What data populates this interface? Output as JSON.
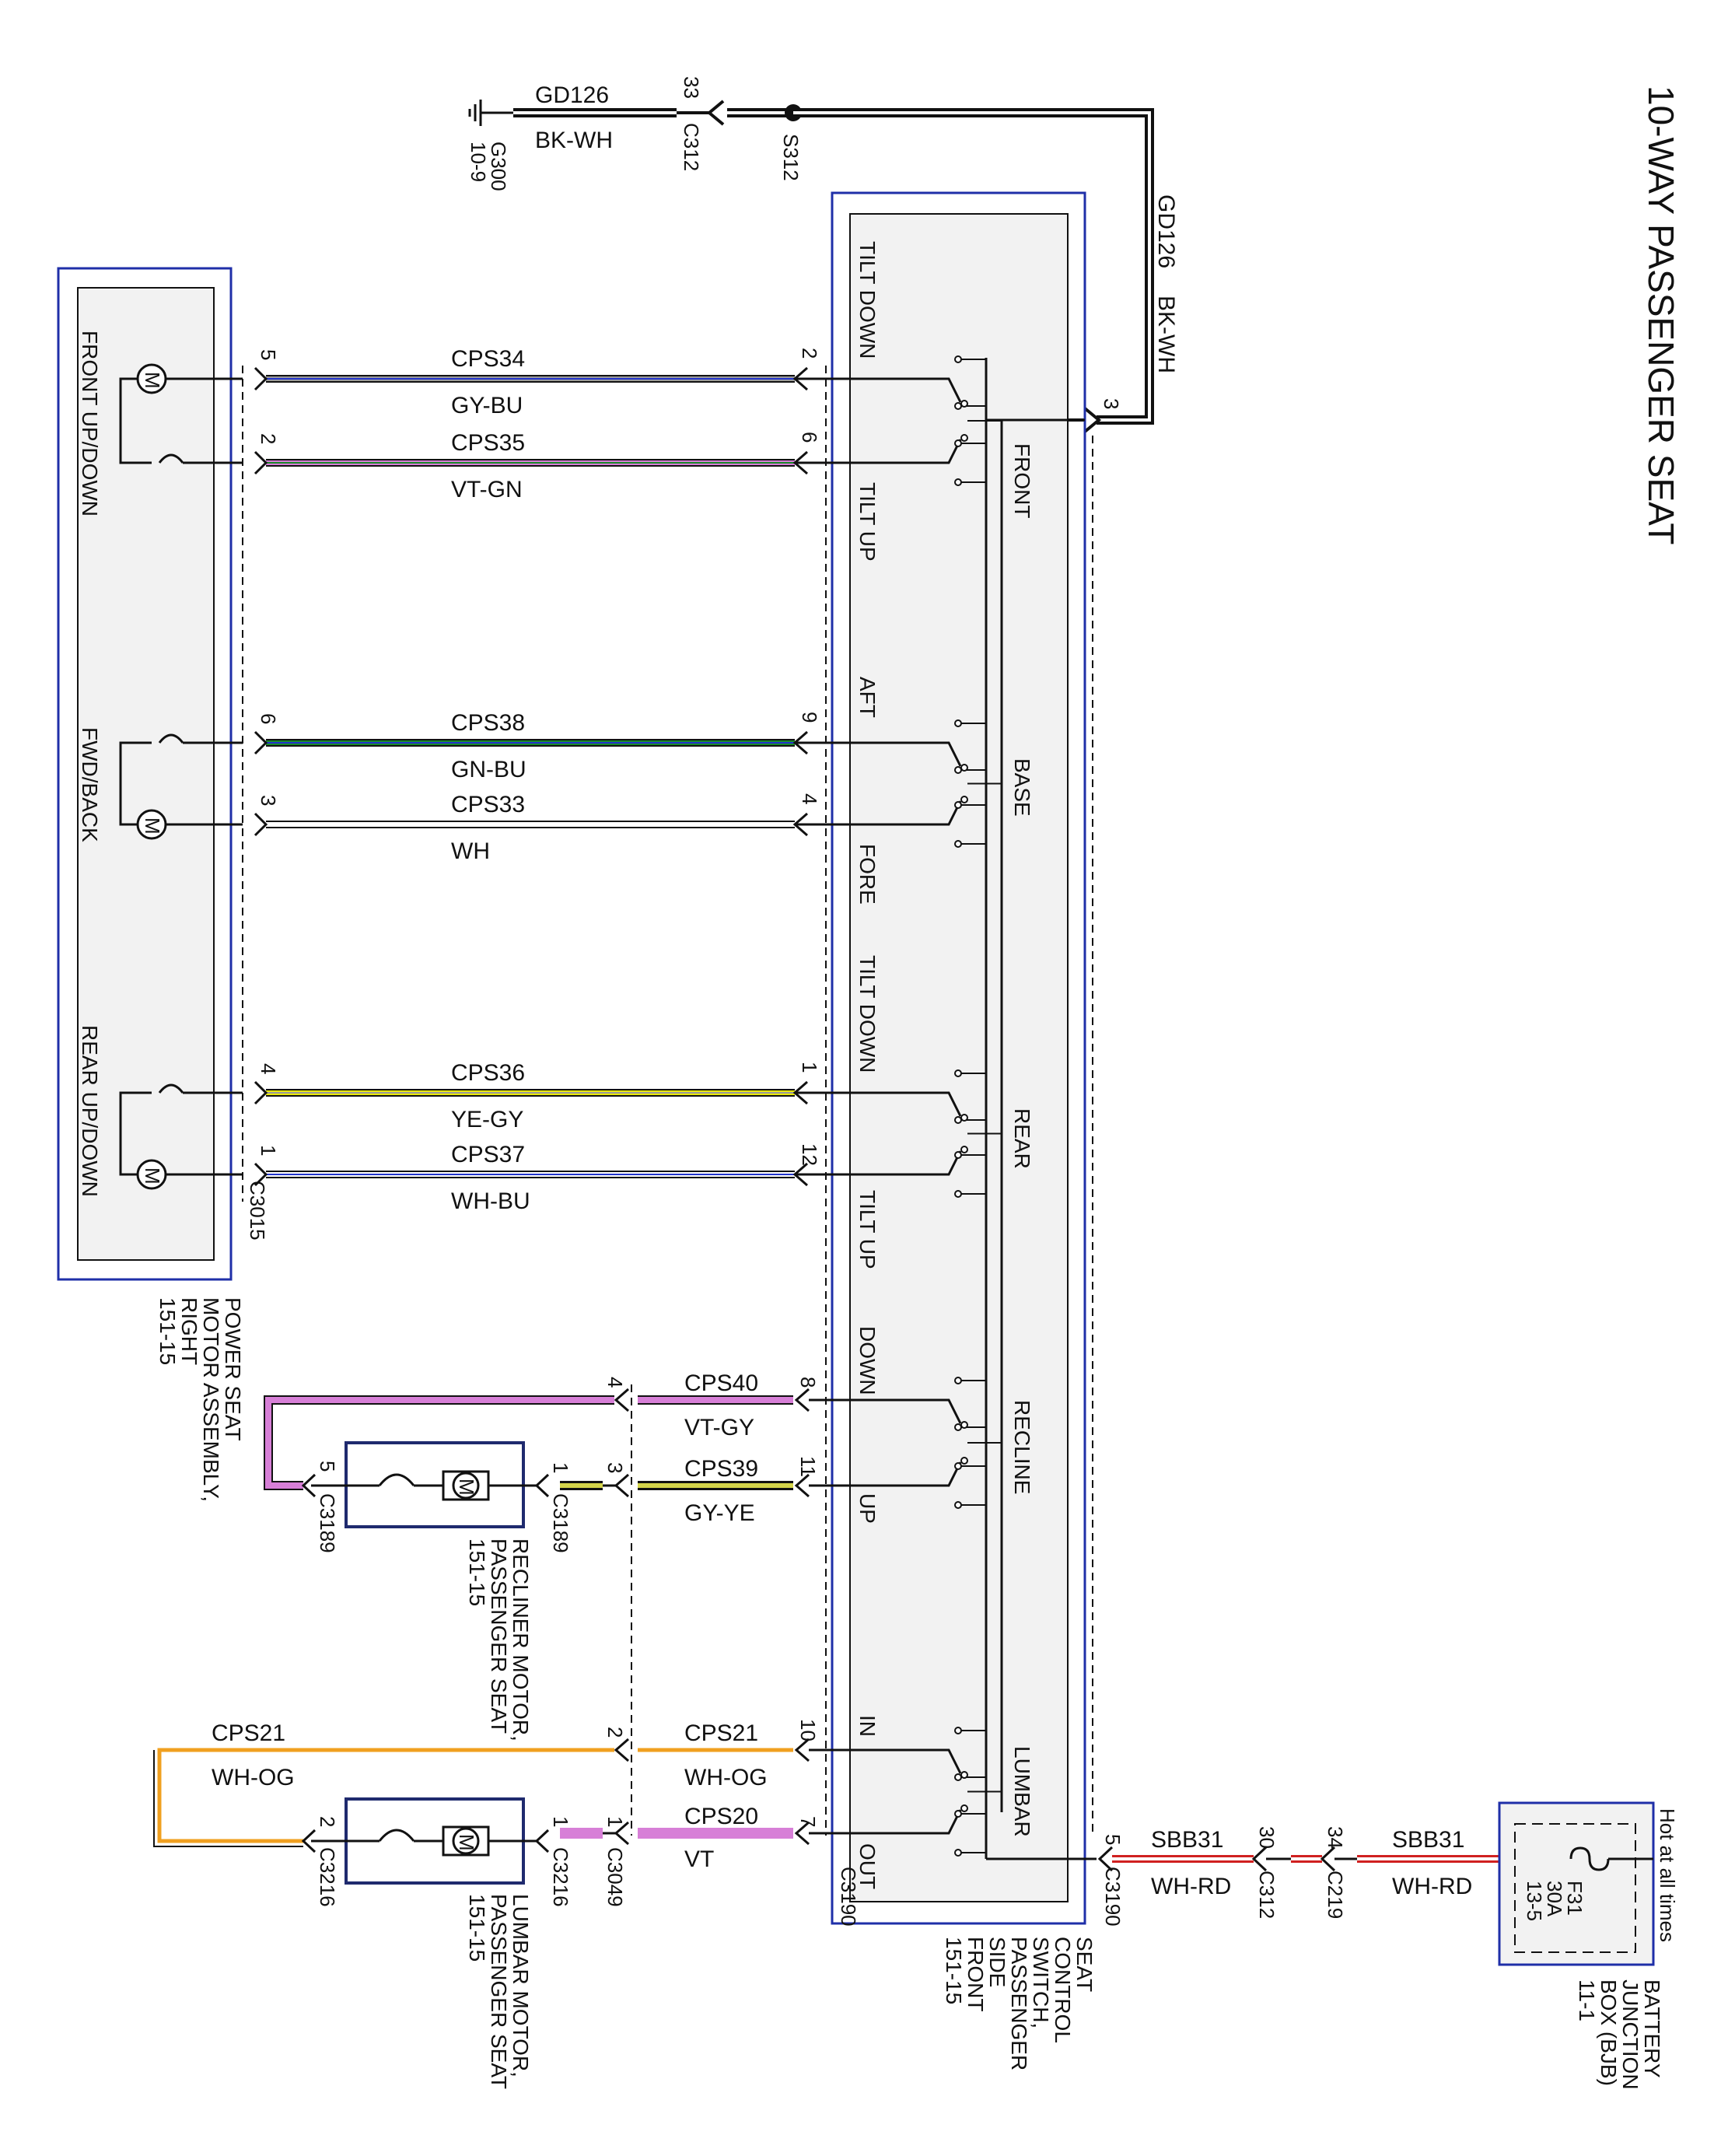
{
  "title": "10-WAY PASSENGER SEAT",
  "colors": {
    "outline_blue": "#1f2fa8",
    "panel_fill": "#f2f2f2",
    "BK": "#111111",
    "BU": "#2233cc",
    "GY": "#9a9a9a",
    "VT": "#d77fd7",
    "GN": "#1a8a2a",
    "WH": "#ffffff",
    "YE": "#e8e80a",
    "OG": "#f0a020",
    "RD": "#d02020"
  },
  "ground": {
    "name": "G300",
    "ref": "10-9",
    "circuit": "GD126",
    "color_code": "BK-WH"
  },
  "splice": {
    "name": "S312"
  },
  "switch_feed": {
    "circuit": "GD126",
    "color_code": "BK-WH",
    "pin": "3"
  },
  "hot_label": "Hot at all times",
  "fuse": {
    "name": "F31",
    "rating": "30A",
    "ref": "13-5"
  },
  "power_feed": {
    "circuit": "SBB31",
    "color_code": "WH-RD",
    "switch_pin": "5",
    "switch_connector": "C3190",
    "c312_pin": "30",
    "c219_pin": "34"
  },
  "connectors": {
    "c312": "C312",
    "c312_pin_ground": "33",
    "c219": "C219",
    "c3015": "C3015",
    "c3190": "C3190",
    "c3189": "C3189",
    "c3216": "C3216",
    "c3049": "C3049"
  },
  "components": {
    "motor_assembly": [
      "POWER SEAT",
      "MOTOR ASSEMBLY,",
      "RIGHT",
      "151-15"
    ],
    "seat_switch": [
      "SEAT",
      "CONTROL",
      "SWITCH,",
      "PASSENGER",
      "SIDE",
      "FRONT",
      "151-15"
    ],
    "recliner_motor": [
      "RECLINER MOTOR,",
      "PASSENGER SEAT",
      "151-15"
    ],
    "lumbar_motor": [
      "LUMBAR MOTOR,",
      "PASSENGER SEAT",
      "151-15"
    ],
    "bjb": [
      "BATTERY",
      "JUNCTION",
      "BOX (BJB)",
      "11-1"
    ]
  },
  "motor_labels": [
    "FRONT UP/DOWN",
    "FWD/BACK",
    "REAR UP/DOWN"
  ],
  "motor_symbol": "M",
  "switch_sections": [
    "FRONT",
    "BASE",
    "REAR",
    "RECLINE",
    "LUMBAR"
  ],
  "switch_positions": [
    "TILT DOWN",
    "TILT UP",
    "AFT",
    "FORE",
    "TILT DOWN",
    "TILT UP",
    "DOWN",
    "UP",
    "IN",
    "OUT"
  ],
  "wires": [
    {
      "circuit": "CPS34",
      "color_code": "GY-BU",
      "motor_pin": "5",
      "switch_pin": "2"
    },
    {
      "circuit": "CPS35",
      "color_code": "VT-GN",
      "motor_pin": "2",
      "switch_pin": "6"
    },
    {
      "circuit": "CPS38",
      "color_code": "GN-BU",
      "motor_pin": "6",
      "switch_pin": "9"
    },
    {
      "circuit": "CPS33",
      "color_code": "WH",
      "motor_pin": "3",
      "switch_pin": "4"
    },
    {
      "circuit": "CPS36",
      "color_code": "YE-GY",
      "motor_pin": "4",
      "switch_pin": "1"
    },
    {
      "circuit": "CPS37",
      "color_code": "WH-BU",
      "motor_pin": "1",
      "switch_pin": "12"
    },
    {
      "circuit": "CPS40",
      "color_code": "VT-GY",
      "mid_pin": "4",
      "motor_pin": "5",
      "switch_pin": "8"
    },
    {
      "circuit": "CPS39",
      "color_code": "GY-YE",
      "mid_pin": "3",
      "motor_pin": "1",
      "switch_pin": "11"
    },
    {
      "circuit": "CPS21",
      "color_code": "WH-OG",
      "mid_pin": "2",
      "motor_pin": "2",
      "switch_pin": "10"
    },
    {
      "circuit": "CPS20",
      "color_code": "VT",
      "mid_pin": "1",
      "motor_pin": "1",
      "switch_pin": "7"
    }
  ],
  "lumbar_motor_side": {
    "circuit": "CPS21",
    "color_code": "WH-OG"
  }
}
